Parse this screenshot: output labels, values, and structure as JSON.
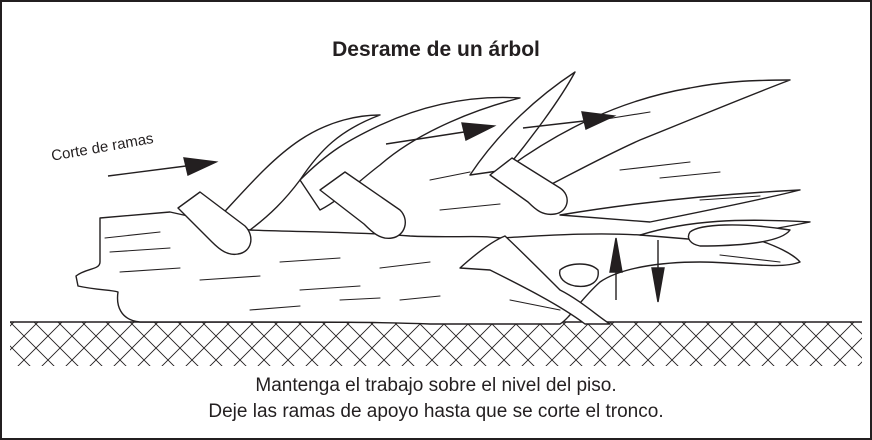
{
  "title": "Desrame de un árbol",
  "label_cut": "Corte de ramas",
  "caption": {
    "line1": "Mantenga el trabajo sobre el nivel del piso.",
    "line2": "Deje las ramas de apoyo hasta que se corte el tronco."
  },
  "colors": {
    "ink": "#231f20",
    "background": "#ffffff"
  }
}
